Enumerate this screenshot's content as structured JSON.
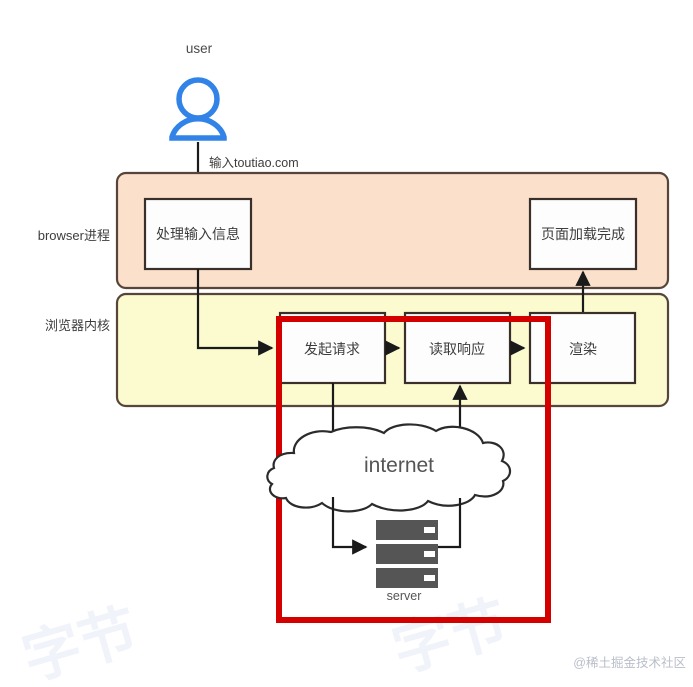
{
  "diagram": {
    "title": "browser page load flow",
    "user": {
      "label": "user",
      "icon": "user-icon",
      "icon_color": "#3183e8"
    },
    "edges": {
      "user_to_browser": "输入toutiao.com"
    },
    "lanes": [
      {
        "id": "browser-process",
        "label": "browser进程",
        "fill": "#fbe0cb",
        "stroke": "#57453a",
        "nodes": [
          {
            "id": "handle-input",
            "label": "处理输入信息"
          },
          {
            "id": "page-loaded",
            "label": "页面加载完成"
          }
        ]
      },
      {
        "id": "browser-kernel",
        "label": "浏览器内核",
        "fill": "#fbfbcf",
        "stroke": "#57453a",
        "nodes": [
          {
            "id": "send-request",
            "label": "发起请求"
          },
          {
            "id": "read-response",
            "label": "读取响应"
          },
          {
            "id": "render",
            "label": "渲染"
          }
        ]
      }
    ],
    "network": {
      "cloud_label": "internet",
      "server_label": "server",
      "server_color": "#555555"
    },
    "highlight": {
      "id": "network-highlight",
      "color": "#d40000",
      "stroke_width": 6
    },
    "watermarks": {
      "corner": "@稀土掘金技术社区",
      "diagonal_left": "字节",
      "diagonal_right": "字节"
    }
  }
}
